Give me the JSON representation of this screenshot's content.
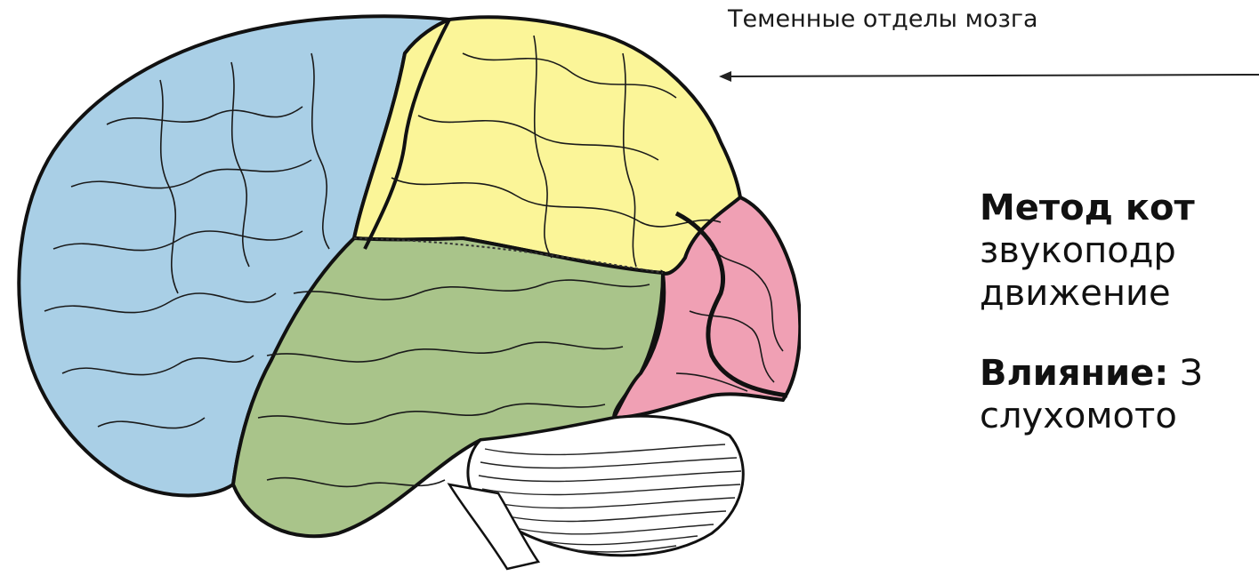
{
  "caption": "Теменные отделы мозга",
  "method": {
    "label": "Метод кот",
    "line2": "звукоподр",
    "line3": "движение"
  },
  "influence": {
    "label": "Влияние:",
    "rest": " З",
    "line2": "слухомото"
  },
  "colors": {
    "frontal": "#a9cfe6",
    "parietal": "#fbf598",
    "temporal": "#a9c48a",
    "occipital": "#f0a0b4",
    "cerebellum": "#ffffff",
    "outline": "#111111"
  }
}
